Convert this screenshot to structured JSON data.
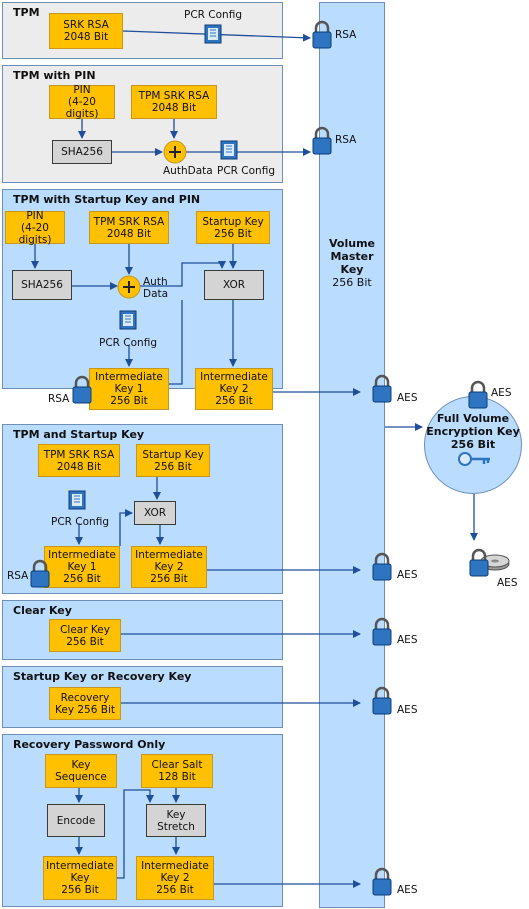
{
  "vmk": {
    "line1": "Volume",
    "line2": "Master",
    "line3": "Key",
    "line4": "256 Bit"
  },
  "fvek": {
    "line1": "Full Volume",
    "line2": "Encryption Key",
    "line3": "256 Bit",
    "aes_top": "AES",
    "aes_bottom": "AES"
  },
  "labels": {
    "rsa": "RSA",
    "aes": "AES",
    "pcr_config": "PCR Config",
    "authdata": "AuthData",
    "auth_data": "Auth\nData"
  },
  "sections": {
    "tpm": {
      "title": "TPM",
      "srk": "SRK RSA\n2048 Bit"
    },
    "tpm_pin": {
      "title": "TPM with PIN",
      "pin": "PIN\n(4-20 digits)",
      "srk": "TPM SRK RSA\n2048 Bit",
      "sha": "SHA256"
    },
    "tpm_startup_pin": {
      "title": "TPM with Startup Key and PIN",
      "pin": "PIN\n(4-20 digits)",
      "srk": "TPM SRK RSA\n2048 Bit",
      "startup": "Startup Key\n256 Bit",
      "sha": "SHA256",
      "xor": "XOR",
      "ik1": "Intermediate\nKey 1\n256 Bit",
      "ik2": "Intermediate\nKey 2\n256 Bit"
    },
    "tpm_startup": {
      "title": "TPM and Startup Key",
      "srk": "TPM SRK RSA\n2048 Bit",
      "startup": "Startup Key\n256 Bit",
      "xor": "XOR",
      "ik1": "Intermediate\nKey 1\n256 Bit",
      "ik2": "Intermediate\nKey 2\n256 Bit"
    },
    "clear_key": {
      "title": "Clear Key",
      "key": "Clear Key\n256 Bit"
    },
    "recovery_key": {
      "title": "Startup Key or Recovery Key",
      "key": "Recovery\nKey 256 Bit"
    },
    "recovery_pw": {
      "title": "Recovery Password Only",
      "seq": "Key\nSequence",
      "salt": "Clear Salt\n128 Bit",
      "encode": "Encode",
      "stretch": "Key\nStretch",
      "ik1": "Intermediate\nKey\n256 Bit",
      "ik2": "Intermediate\nKey 2\n256 Bit"
    }
  }
}
